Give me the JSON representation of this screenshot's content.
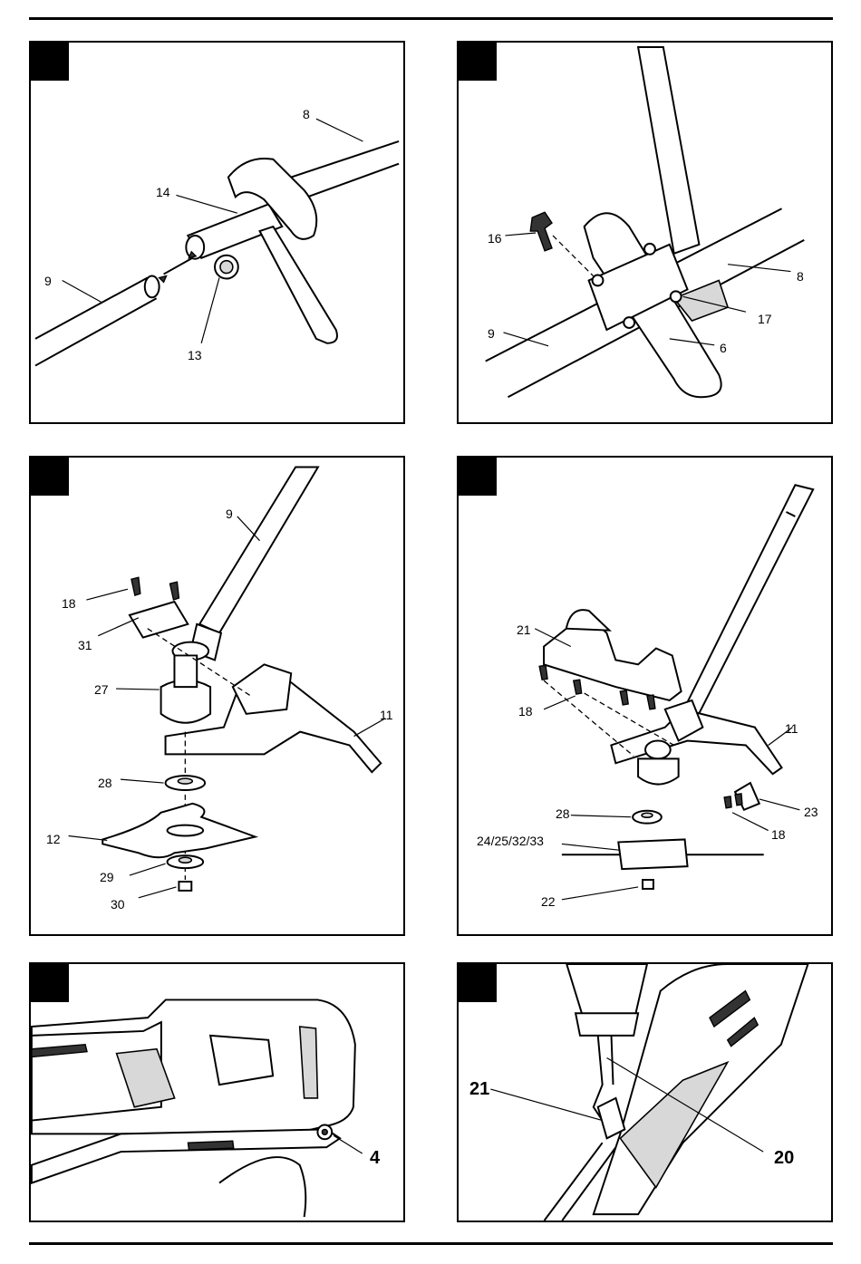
{
  "panels": [
    {
      "id": "p1",
      "labels": [
        "8",
        "14",
        "9",
        "13"
      ]
    },
    {
      "id": "p2",
      "labels": [
        "16",
        "8",
        "17",
        "9",
        "6"
      ]
    },
    {
      "id": "p3",
      "labels": [
        "9",
        "18",
        "31",
        "27",
        "11",
        "28",
        "12",
        "29",
        "30"
      ]
    },
    {
      "id": "p4",
      "labels": [
        "21",
        "18",
        "11",
        "28",
        "23",
        "18",
        "24/25/32/33",
        "22"
      ]
    },
    {
      "id": "p5",
      "labels": [
        "4"
      ]
    },
    {
      "id": "p6",
      "labels": [
        "21",
        "20"
      ]
    }
  ]
}
